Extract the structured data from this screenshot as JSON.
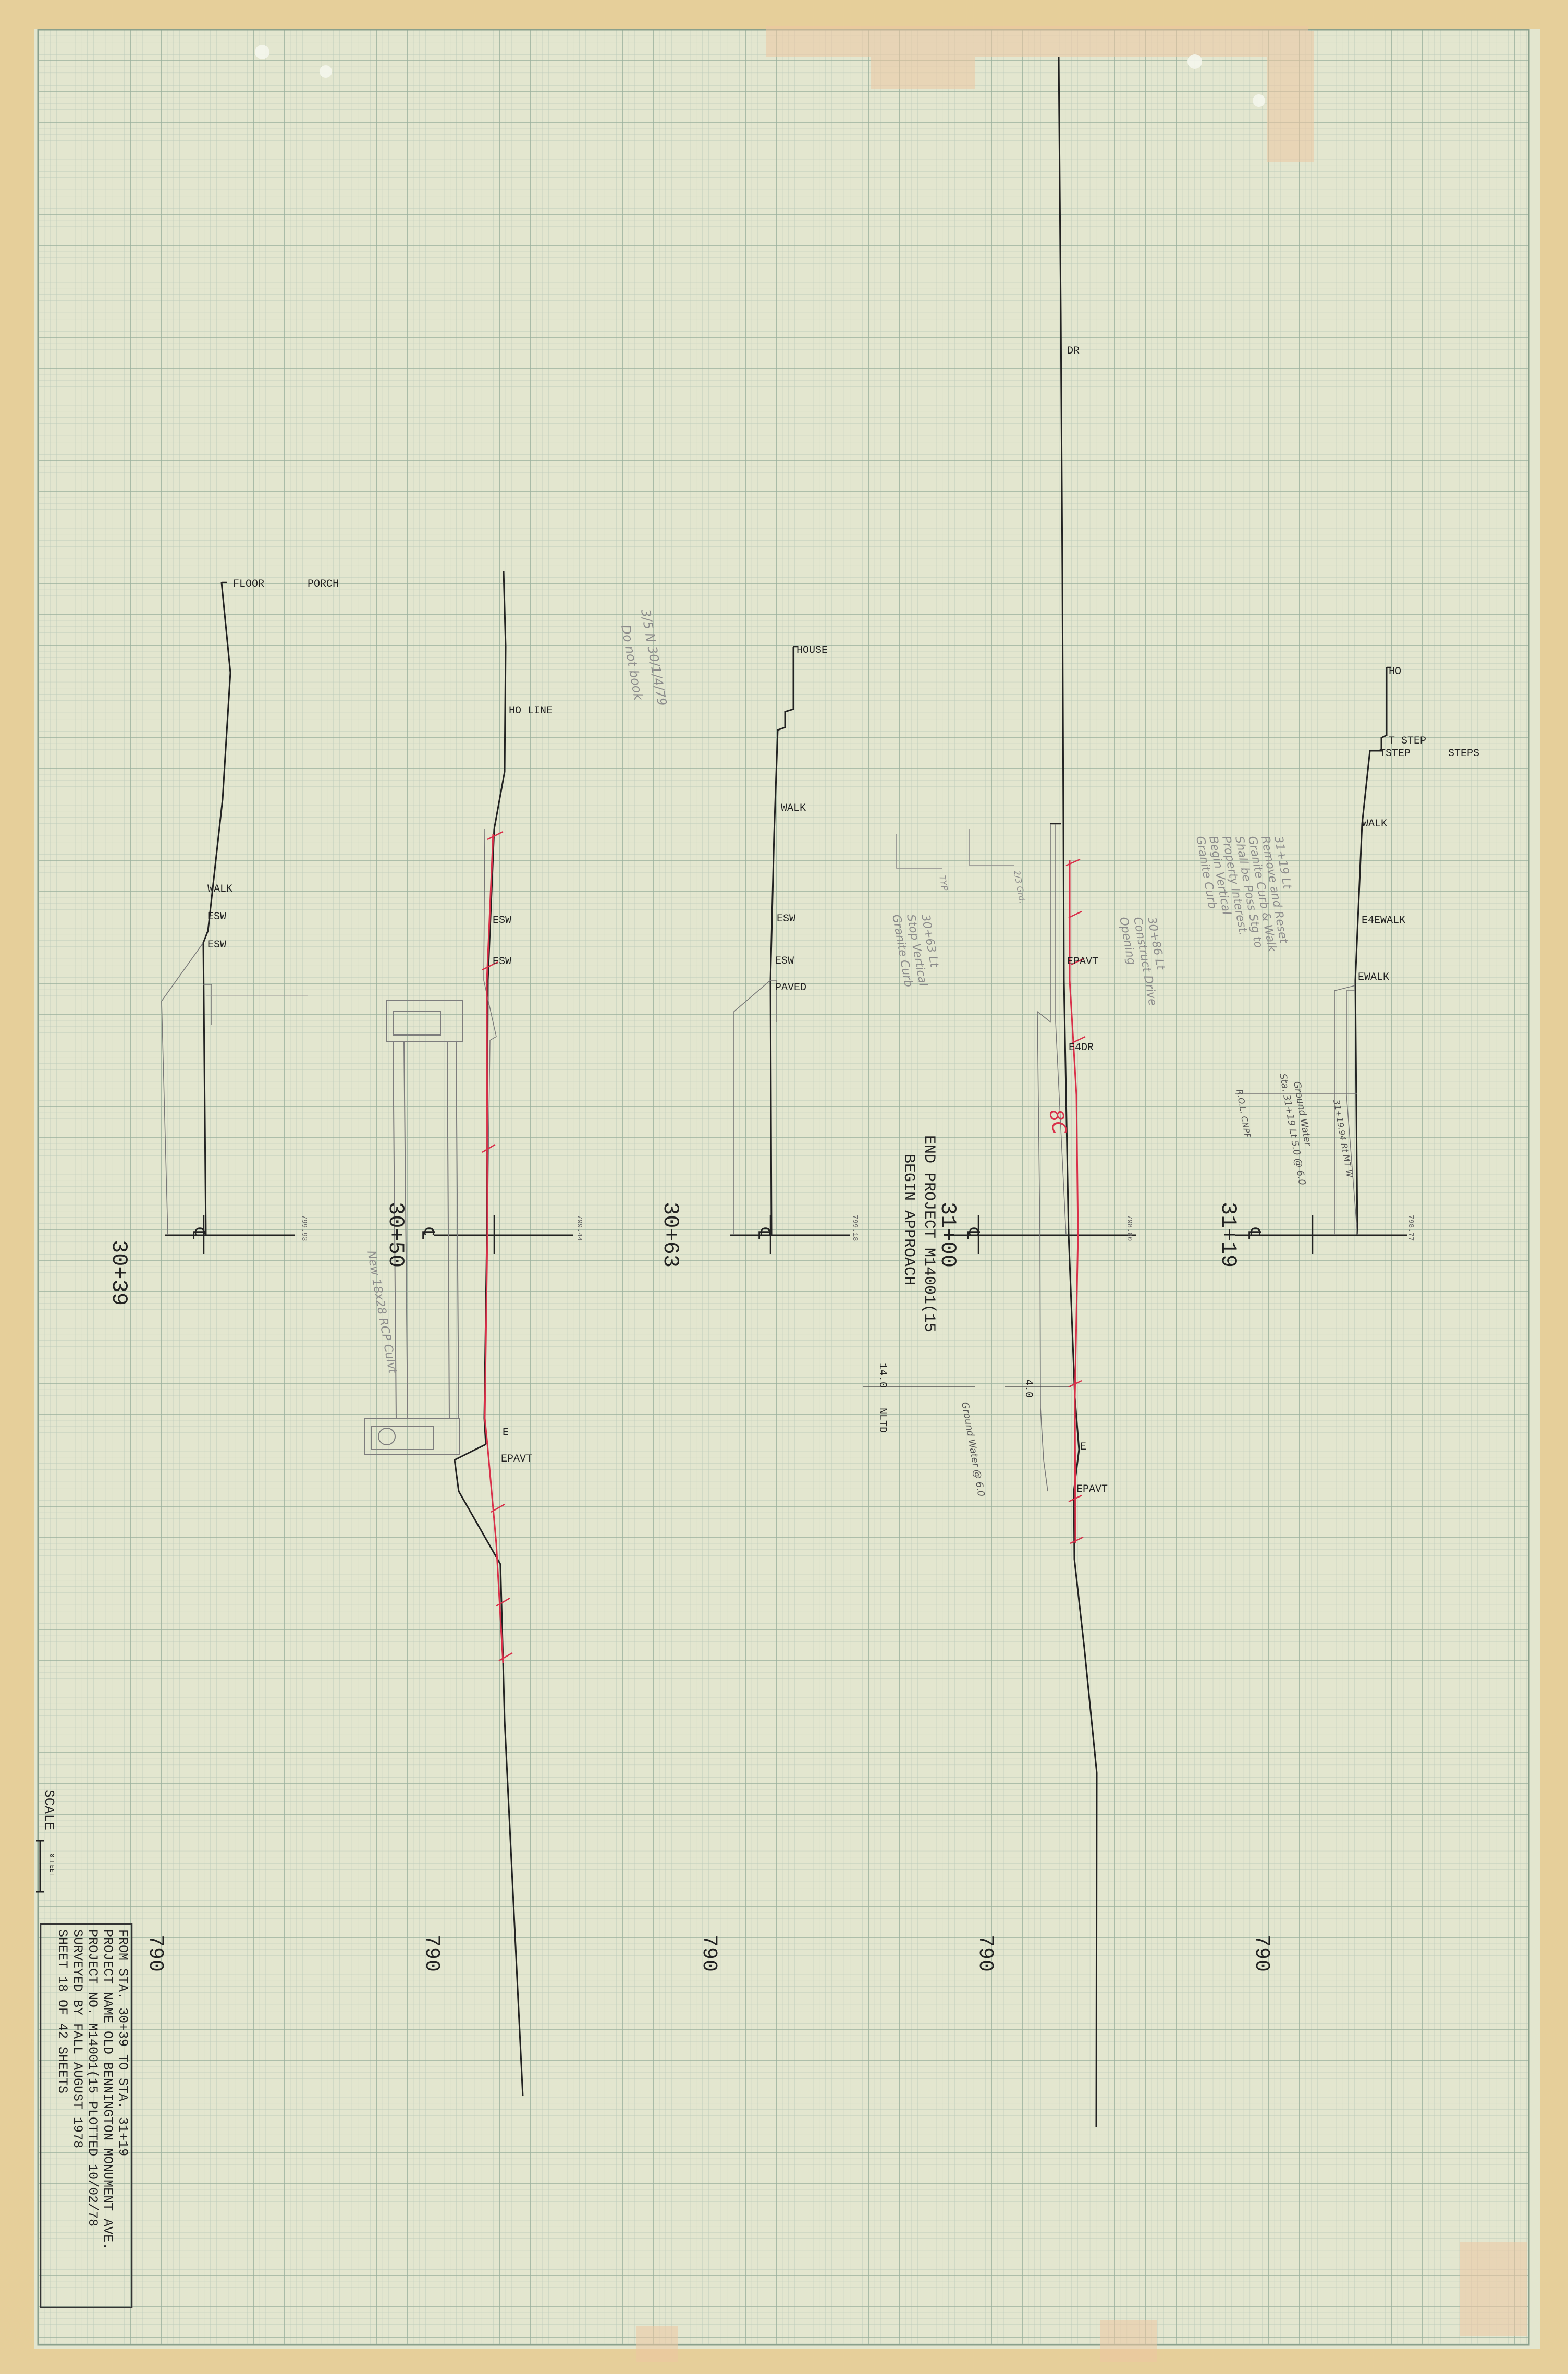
{
  "colors": {
    "paper": "#e3e6cf",
    "grid_minor": "#b8c8b8",
    "grid_major": "#93aa96",
    "ink": "#222222",
    "pencil": "#7d7d7d",
    "redline": "#d9304a",
    "tape": "#ecc7a2"
  },
  "title_block": {
    "line1": "FROM STA. 30+39       TO STA. 31+19",
    "line2": "PROJECT NAME   OLD BENNINGTON MONUMENT AVE.",
    "line3": "PROJECT NO.     M14001(15    PLOTTED 10/02/78",
    "line4": "SURVEYED BY     FALL         AUGUST 1978",
    "line5": "SHEET 18 OF 42 SHEETS"
  },
  "scale": {
    "label": "SCALE",
    "unit": "8 FEET"
  },
  "elevation_labels": [
    "790",
    "790",
    "790",
    "790",
    "790"
  ],
  "sections": [
    {
      "station": "30+39",
      "centerline_elev": "799.93",
      "labels": [
        "FLOOR",
        "PORCH",
        "WALK",
        "ESW",
        "ESW"
      ]
    },
    {
      "station": "30+50",
      "centerline_elev": "799.44",
      "labels": [
        "HO LINE",
        "ESW",
        "ESW",
        "E",
        "EPAVT"
      ],
      "pencil_note": "New 18x28 RCP Culvt",
      "pencil_note_top_1": "3/5 N 30/1/4/79",
      "pencil_note_top_2": "Do not book"
    },
    {
      "station": "30+63",
      "centerline_elev": "799.18",
      "labels": [
        "HOUSE",
        "WALK",
        "ESW",
        "ESW",
        "PAVED"
      ]
    },
    {
      "station": "31+00",
      "centerline_elev": "798.80",
      "labels": [
        "DR",
        "EPAVT",
        "E4DR",
        "E",
        "EPAVT"
      ],
      "project_note_1": "END PROJECT M14001(15",
      "project_note_2": "BEGIN APPROACH",
      "dim_1": "4.0",
      "dim_2": "14.0",
      "nltd": "NLTD",
      "ground_water": "Ground Water @ 6.0",
      "red_note": "8C"
    },
    {
      "station": "31+19",
      "centerline_elev": "798.77",
      "labels": [
        "HO",
        "T STEP",
        "TSTEP",
        "STEPS",
        "WALK",
        "E4EWALK",
        "EWALK"
      ],
      "gw": "Ground Water",
      "gw_note": "Sta. 31+19 Lt 5.0 @ 6.0",
      "rw": "R.O.L. CNPF",
      "sta_note": "31+19.94 Rt MT W"
    }
  ],
  "margin_notes": {
    "curb_1": "30+63 Lt",
    "curb_2": "Stop Vertical",
    "curb_3": "Granite Curb",
    "curb_4": "30+86 Lt",
    "curb_5": "Construct Drive",
    "curb_6": "Opening",
    "detail_a": "TYP",
    "detail_b": "2/3 Grd.",
    "long_1": "31+19 Lt",
    "long_2": "Remove and Reset",
    "long_3": "Granite Curb & Walk",
    "long_4": "Shall be Poss Stg to",
    "long_5": "Property Interest.",
    "long_6": "Begin Vertical",
    "long_7": "Granite Curb"
  }
}
